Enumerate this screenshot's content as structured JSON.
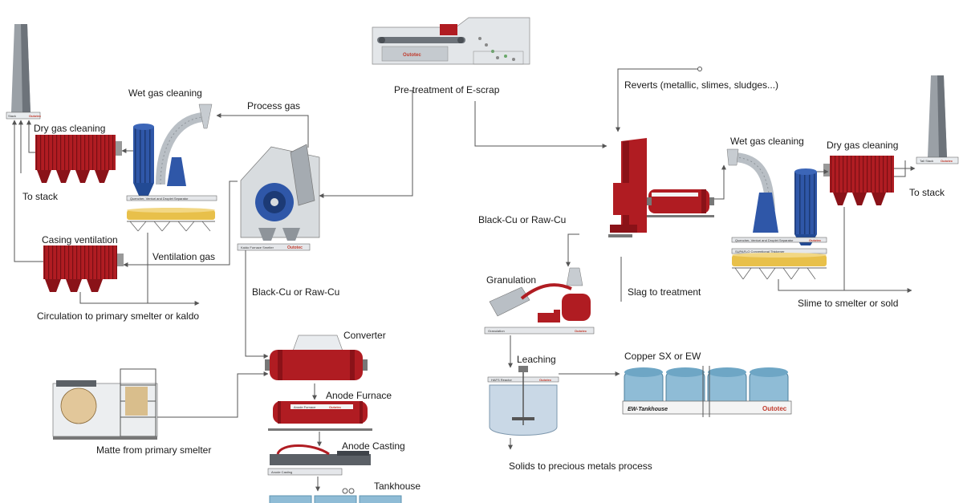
{
  "labels": {
    "pretreatment": "Pre-treatment of E-scrap",
    "process_gas": "Process gas",
    "wet_gas_left": "Wet gas  cleaning",
    "dry_gas_left": "Dry  gas cleaning",
    "to_stack_left": "To  stack",
    "casing_ventilation": "Casing ventilation",
    "ventilation_gas": "Ventilation gas",
    "circulation": "Circulation to primary smelter or kaldo",
    "black_cu_left": "Black-Cu  or Raw-Cu",
    "converter": "Converter",
    "anode_furnace": "Anode Furnace",
    "anode_casting": "Anode Casting",
    "tankhouse": "Tankhouse",
    "matte": "Matte from primary smelter",
    "reverts": "Reverts (metallic, slimes, sludges...)",
    "wet_gas_right": "Wet gas cleaning",
    "dry_gas_right": "Dry gas cleaning",
    "to_stack_right": "To stack",
    "black_cu_right": "Black-Cu or Raw-Cu",
    "granulation": "Granulation",
    "slag": "Slag to treatment",
    "slime": "Slime to smelter or sold",
    "leaching": "Leaching",
    "copper_sx": "Copper SX or EW",
    "solids": "Solids to precious metals process"
  },
  "equipment_tags": {
    "brand": "Outotec",
    "kaldo": "Kaldo Furnace Smelter",
    "granulation": "Granulation",
    "ew_tankhouse": "EW-Tankhouse",
    "anode_furnace": "Anode Furnace",
    "anode_casting": "Anode Casting"
  },
  "colors": {
    "equipment_red": "#b01c22",
    "scrubber_blue": "#2f57a8",
    "thickener_yellow": "#e8c04a",
    "tank_blue": "#5f95b3"
  }
}
